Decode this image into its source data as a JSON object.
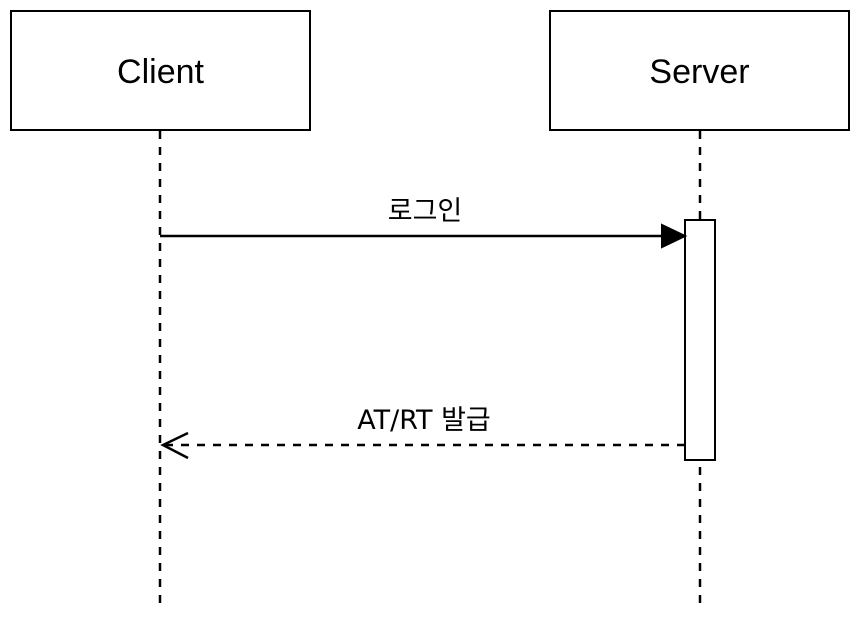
{
  "participants": {
    "client": {
      "label": "Client"
    },
    "server": {
      "label": "Server"
    }
  },
  "messages": {
    "login": {
      "label": "로그인"
    },
    "issue_tokens": {
      "label": "AT/RT 발급"
    }
  },
  "colors": {
    "stroke": "#000000",
    "background": "#ffffff"
  }
}
